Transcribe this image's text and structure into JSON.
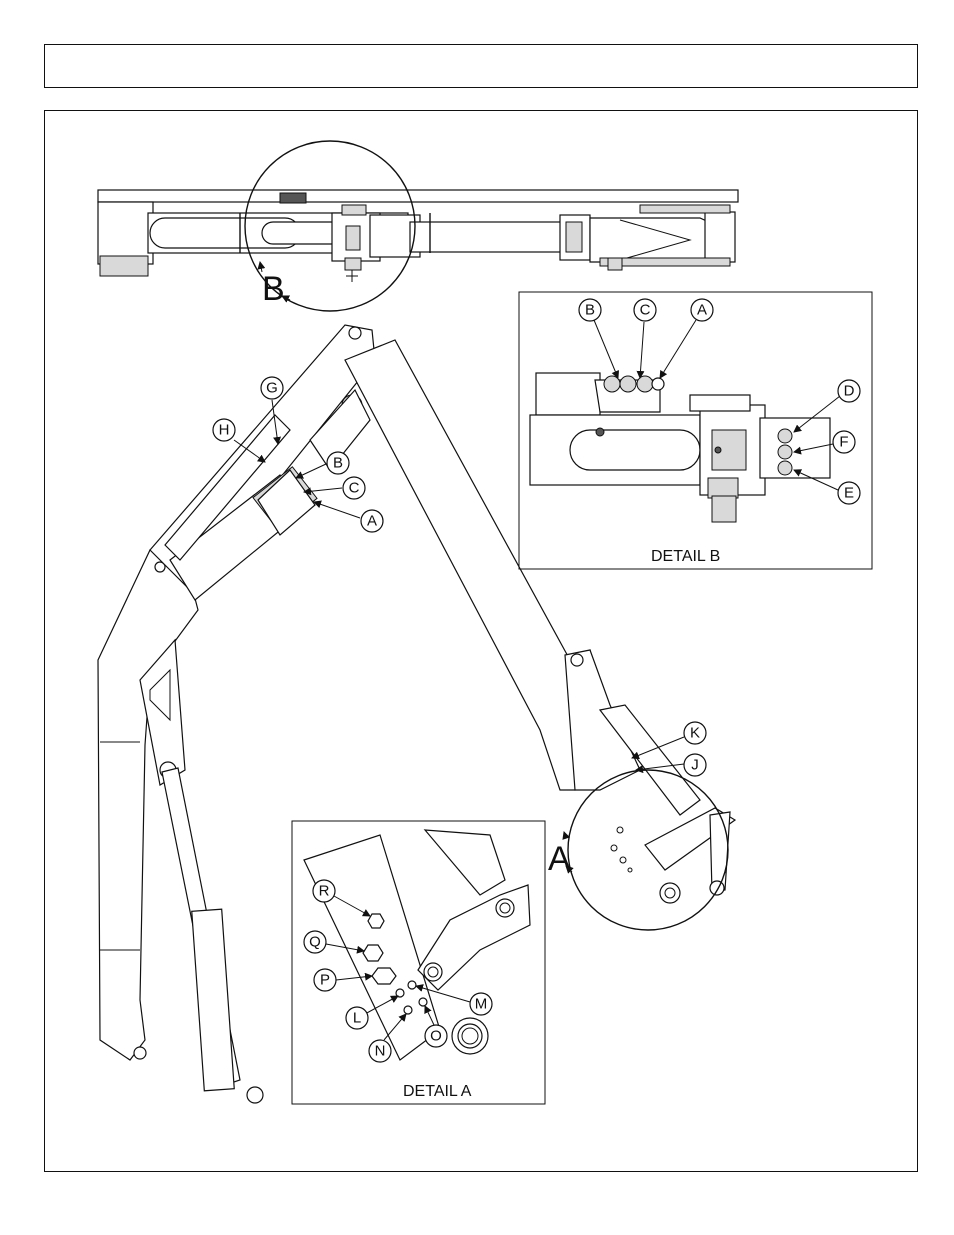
{
  "header": {
    "title": ""
  },
  "views": {
    "detail_b_marker": "B",
    "detail_a_marker": "A"
  },
  "detail_b": {
    "title": "DETAIL B",
    "callouts": [
      "B",
      "C",
      "A",
      "D",
      "F",
      "E"
    ]
  },
  "detail_a": {
    "title": "DETAIL A",
    "callouts": [
      "R",
      "Q",
      "P",
      "L",
      "M",
      "N",
      "O"
    ]
  },
  "main_callouts": [
    "G",
    "H",
    "B",
    "C",
    "A",
    "K",
    "J"
  ]
}
